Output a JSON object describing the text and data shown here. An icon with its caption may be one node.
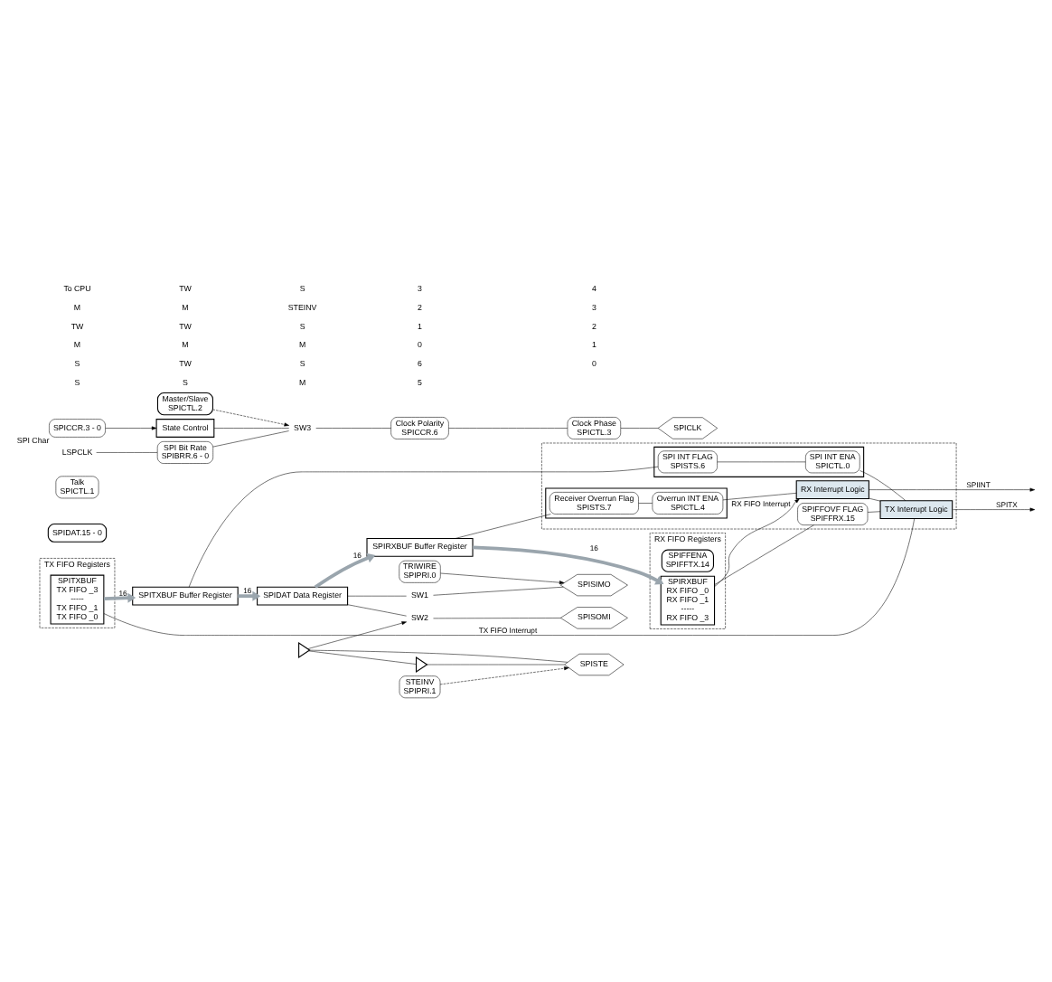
{
  "diagram": {
    "nodes": [
      {
        "text": [
          "RX FIFO Registers"
        ]
      },
      {
        "text": [
          "SPIFFENA",
          "SPIFFTX.14"
        ],
        "in": 0
      },
      {
        "text": [
          "SPIRXBUF",
          "RX FIFO _0",
          "RX FIFO _1",
          "-----",
          "RX FIFO _3"
        ],
        "in": 0
      },
      {
        "text": [
          "SPIRXBUF Buffer Register"
        ]
      },
      {
        "text": [
          "TX FIFO Registers"
        ]
      },
      {
        "text": [
          "SPITXBUF",
          "TX FIFO _3",
          "-----",
          "TX FIFO _1",
          "TX FIFO _0"
        ],
        "in": 4
      },
      {
        "text": [
          "SPITXBUF Buffer Register"
        ]
      },
      {
        "text": [
          "SPIDAT Data Register"
        ]
      },
      {
        "text": [
          "SPIDAT.15 - 0"
        ]
      },
      {
        "text": [],
        "shape": "box"
      },
      {
        "text": [],
        "shape": "box",
        "in": 9
      },
      {
        "text": [
          "Receiver Overrun Flag",
          "SPISTS.7"
        ],
        "in": 10
      },
      {
        "text": [
          "Overrun INT ENA",
          "SPICTL.4"
        ],
        "in": 10
      },
      {
        "text": [
          "RX Interrupt Logic"
        ],
        "in": 9
      },
      {
        "text": [
          "SPIFFOVF FLAG",
          "SPIFFRX.15"
        ],
        "in": 9
      },
      {
        "text": [
          "TX Interrupt Logic"
        ],
        "in": 9
      },
      {
        "text": [],
        "shape": "box",
        "in": 9
      },
      {
        "text": [
          "SPI INT FLAG",
          "SPISTS.6"
        ],
        "in": 16
      },
      {
        "text": [
          "SPI INT ENA",
          "SPICTL.0"
        ],
        "in": 16
      },
      {
        "text": [
          "TRIWIRE",
          "SPIPRI.0"
        ]
      },
      {
        "text": [
          "SPISIMO"
        ]
      },
      {
        "text": [
          "SPISOMI"
        ]
      },
      {
        "text": [
          "STEINV",
          "SPIPRI.1"
        ]
      },
      {
        "text": [
          "SPISTE"
        ]
      },
      {
        "text": [
          "Talk",
          "SPICTL.1"
        ]
      },
      {
        "text": [
          "Master/Slave",
          "SPICTL.2"
        ]
      },
      {
        "text": [
          "State Control"
        ]
      },
      {
        "text": [
          "SPICCR.3 - 0"
        ],
        "beside": [
          "SPI Char"
        ]
      },
      {
        "text": [
          "SPI Bit Rate",
          "SPIBRR.6 - 0"
        ]
      },
      {
        "text": [
          "LSPCLK"
        ]
      },
      {
        "text": [
          "Clock Polarity",
          "SPICCR.6"
        ]
      },
      {
        "text": [
          "Clock Phase",
          "SPICTL.3"
        ]
      },
      {
        "text": [
          "SPICLK"
        ]
      },
      {
        "text": [
          "SW1"
        ]
      },
      {
        "text": [
          "SW2"
        ]
      },
      {
        "text": [
          "SW3"
        ]
      },
      {
        "text": [],
        "shape": "triangle"
      },
      {
        "text": [],
        "shape": "triangle"
      }
    ],
    "edges": [
      {
        "from": 3,
        "to": 2,
        "arrow": "to",
        "label": "16",
        "style": "thick",
        "color": "#9aa5ad"
      },
      {
        "from": 7,
        "to": 3,
        "arrow": "to",
        "label": "16",
        "style": "thick",
        "color": "#9aa5ad"
      },
      {
        "from": 5,
        "to": 6,
        "arrow": "to",
        "label": "16",
        "style": "thick",
        "color": "#9aa5ad"
      },
      {
        "from": 6,
        "to": 7,
        "arrow": "to",
        "label": "16",
        "style": "thick",
        "color": "#9aa5ad"
      },
      {
        "from": 2,
        "to": 13,
        "arrow": "to",
        "label": "RX FIFO Interrupt"
      },
      {
        "from": 5,
        "to": 15,
        "arrow": "none",
        "label": "TX FIFO Interrupt"
      },
      {
        "from": 3,
        "to": 11,
        "arrow": "none"
      },
      {
        "from": 11,
        "to": 12,
        "arrow": "none"
      },
      {
        "from": 12,
        "to": 13,
        "arrow": "none"
      },
      {
        "from": 2,
        "to": 14,
        "arrow": "none"
      },
      {
        "from": 14,
        "to": 15,
        "arrow": "none"
      },
      {
        "from": 13,
        "to": 15,
        "arrow": "none"
      },
      {
        "from": 6,
        "to": 17,
        "arrow": "none"
      },
      {
        "from": 17,
        "to": 18,
        "arrow": "none"
      },
      {
        "from": 18,
        "to": 15,
        "arrow": "none"
      },
      {
        "from": 13,
        "to": null,
        "arrow": "to",
        "label": "SPIINT"
      },
      {
        "from": 15,
        "to": null,
        "arrow": "to",
        "label": "SPITX"
      },
      {
        "from": 7,
        "to": 33,
        "arrow": "none"
      },
      {
        "from": 7,
        "to": 34,
        "arrow": "none"
      },
      {
        "from": 33,
        "to": 20,
        "arrow": "none"
      },
      {
        "from": 34,
        "to": 21,
        "arrow": "none"
      },
      {
        "from": 19,
        "to": 20,
        "arrow": "to"
      },
      {
        "from": 37,
        "to": 23,
        "arrow": "none"
      },
      {
        "from": 36,
        "to": 23,
        "arrow": "none"
      },
      {
        "from": 36,
        "to": 37,
        "arrow": "none"
      },
      {
        "from": 22,
        "to": 23,
        "arrow": "to",
        "style": "dashed"
      },
      {
        "from": 36,
        "to": 34,
        "arrow": "to"
      },
      {
        "from": 25,
        "to": 35,
        "arrow": "to",
        "style": "dashed"
      },
      {
        "from": 26,
        "to": 35,
        "arrow": "none"
      },
      {
        "from": 27,
        "to": 26,
        "arrow": "to"
      },
      {
        "from": 29,
        "to": 28,
        "arrow": "none"
      },
      {
        "from": 28,
        "to": 35,
        "arrow": "none"
      },
      {
        "from": 35,
        "to": 30,
        "arrow": "none"
      },
      {
        "from": 30,
        "to": 31,
        "arrow": "none"
      },
      {
        "from": 31,
        "to": 32,
        "arrow": "none"
      }
    ],
    "labels": [
      "To CPU",
      "M",
      "TW",
      "M",
      "S",
      "S",
      "TW",
      "M",
      "TW",
      "M",
      "TW",
      "S",
      "S",
      "STEINV",
      "S",
      "M",
      "S",
      "M",
      "3",
      "2",
      "1",
      "0",
      "6",
      "5",
      "4",
      "3",
      "2",
      "1",
      "0"
    ]
  }
}
